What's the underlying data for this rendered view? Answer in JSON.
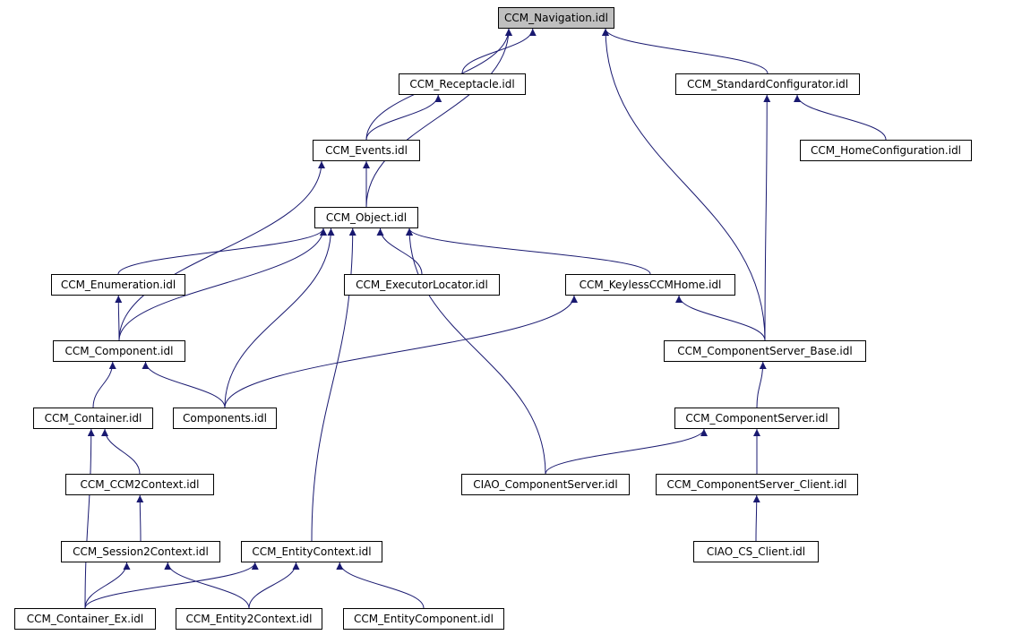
{
  "diagram": {
    "edge_color": "#191970",
    "root_fill": "#bfbfbf",
    "nodes": {
      "nav": "CCM_Navigation.idl",
      "rec": "CCM_Receptacle.idl",
      "std": "CCM_StandardConfigurator.idl",
      "evt": "CCM_Events.idl",
      "home": "CCM_HomeConfiguration.idl",
      "obj": "CCM_Object.idl",
      "enu": "CCM_Enumeration.idl",
      "exe": "CCM_ExecutorLocator.idl",
      "key": "CCM_KeylessCCMHome.idl",
      "comp": "CCM_Component.idl",
      "csb": "CCM_ComponentServer_Base.idl",
      "cont": "CCM_Container.idl",
      "comps": "Components.idl",
      "cs": "CCM_ComponentServer.idl",
      "ccm2": "CCM_CCM2Context.idl",
      "ciaocs": "CIAO_ComponentServer.idl",
      "csc": "CCM_ComponentServer_Client.idl",
      "ses": "CCM_Session2Context.idl",
      "ent": "CCM_EntityContext.idl",
      "ciaoclient": "CIAO_CS_Client.idl",
      "cex": "CCM_Container_Ex.idl",
      "e2c": "CCM_Entity2Context.idl",
      "ecomp": "CCM_EntityComponent.idl"
    },
    "edges": [
      [
        "rec",
        "nav"
      ],
      [
        "evt",
        "nav"
      ],
      [
        "obj",
        "nav"
      ],
      [
        "std",
        "nav"
      ],
      [
        "csb",
        "nav"
      ],
      [
        "evt",
        "rec"
      ],
      [
        "obj",
        "evt"
      ],
      [
        "comp",
        "evt"
      ],
      [
        "home",
        "std"
      ],
      [
        "csb",
        "std"
      ],
      [
        "enu",
        "obj"
      ],
      [
        "comp",
        "obj"
      ],
      [
        "comps",
        "obj"
      ],
      [
        "ent",
        "obj"
      ],
      [
        "exe",
        "obj"
      ],
      [
        "key",
        "obj"
      ],
      [
        "ciaocs",
        "obj"
      ],
      [
        "comp",
        "enu"
      ],
      [
        "csb",
        "key"
      ],
      [
        "comps",
        "key"
      ],
      [
        "cont",
        "comp"
      ],
      [
        "comps",
        "comp"
      ],
      [
        "ccm2",
        "cont"
      ],
      [
        "cex",
        "cont"
      ],
      [
        "cs",
        "csb"
      ],
      [
        "ciaocs",
        "cs"
      ],
      [
        "csc",
        "cs"
      ],
      [
        "ciaoclient",
        "csc"
      ],
      [
        "ses",
        "ccm2"
      ],
      [
        "cex",
        "ses"
      ],
      [
        "e2c",
        "ses"
      ],
      [
        "cex",
        "ent"
      ],
      [
        "e2c",
        "ent"
      ],
      [
        "ecomp",
        "ent"
      ]
    ]
  }
}
